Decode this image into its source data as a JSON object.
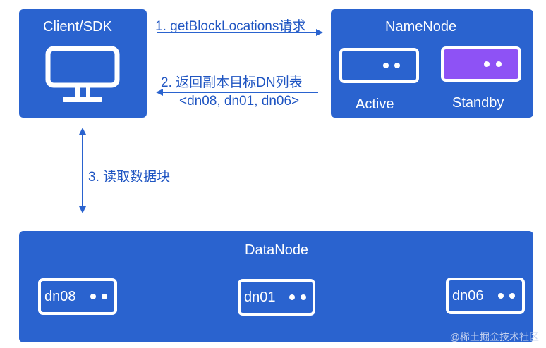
{
  "client": {
    "title": "Client/SDK"
  },
  "namenode": {
    "title": "NameNode",
    "active_label": "Active",
    "standby_label": "Standby"
  },
  "arrows": {
    "step1": "1. getBlockLocations请求",
    "step2": "2. 返回副本目标DN列表",
    "step2_sub": "<dn08, dn01, dn06>",
    "step3": "3. 读取数据块"
  },
  "datanode": {
    "title": "DataNode",
    "nodes": [
      "dn08",
      "dn01",
      "dn06"
    ]
  },
  "watermark": "@稀土掘金技术社区",
  "colors": {
    "panel": "#2a63cf",
    "arrow": "#1f55c2",
    "standby": "#8e52f5"
  }
}
